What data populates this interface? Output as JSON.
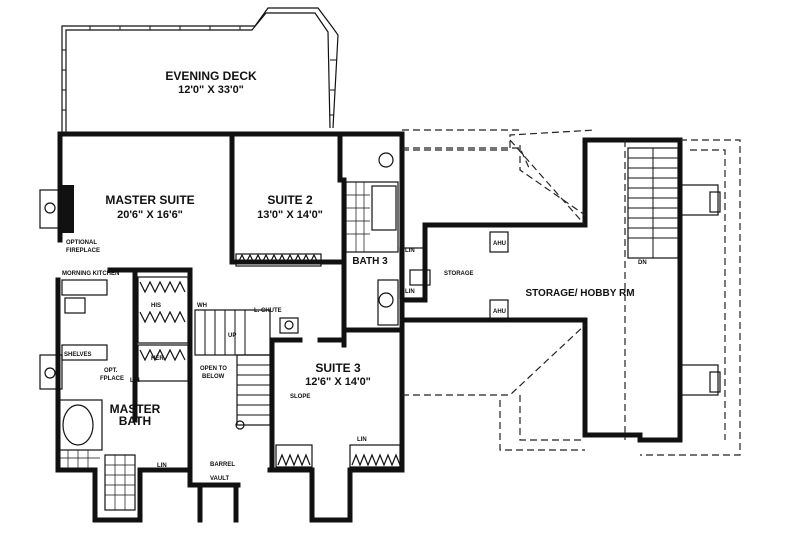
{
  "rooms": {
    "evening_deck": {
      "name": "EVENING DECK",
      "dims": "12'0\" X 33'0\""
    },
    "master_suite": {
      "name": "MASTER SUITE",
      "dims": "20'6\" X 16'6\""
    },
    "suite2": {
      "name": "SUITE 2",
      "dims": "13'0\" X 14'0\""
    },
    "suite3": {
      "name": "SUITE 3",
      "dims": "12'6\" X 14'0\""
    },
    "bath3": {
      "name": "BATH 3"
    },
    "master_bath": {
      "name": "MASTER",
      "name2": "BATH"
    },
    "storage": {
      "name": "STORAGE/ HOBBY RM"
    }
  },
  "labels": {
    "optional_fireplace_1": "OPTIONAL",
    "optional_fireplace_2": "FIREPLACE",
    "morning_kitchen": "MORNING KITCHEN",
    "his": "HIS",
    "hers": "HER",
    "shelves": "SHELVES",
    "opt_fireplace_1": "OPT.",
    "opt_fireplace_2": "FPLACE",
    "lin_1": "LIN",
    "lin_2": "LIN",
    "lin_3": "LIN",
    "lin_4": "LIN",
    "lin_5": "LIN",
    "l_chute": "L. CHUTE",
    "open_to_below_1": "OPEN TO",
    "open_to_below_2": "BELOW",
    "slope": "SLOPE",
    "barrel_1": "BARREL",
    "barrel_2": "VAULT",
    "storage_small": "STORAGE",
    "ahu_1": "AHU",
    "ahu_2": "AHU",
    "dn": "DN",
    "wh": "WH",
    "up": "UP"
  }
}
